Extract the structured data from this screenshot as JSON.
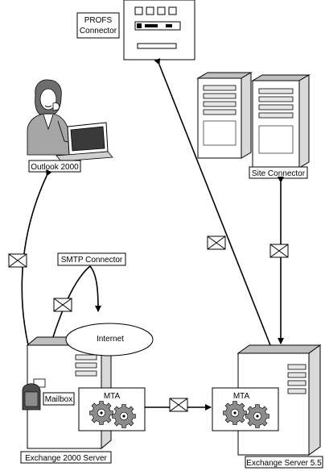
{
  "labels": {
    "profs": [
      "PROFS",
      "Connector"
    ],
    "outlook": "Outlook 2000",
    "site_connector": "Site Connector",
    "smtp_connector": "SMTP Connector",
    "internet": "Internet",
    "mailbox": "Mailbox",
    "mta_left": "MTA",
    "mta_right": "MTA",
    "exchange_2000": "Exchange 2000 Server",
    "exchange_55": "Exchange Server 5.5"
  },
  "icons": [
    "mainframe-icon",
    "user-at-laptop-icon",
    "server-tower-icon",
    "envelope-icon",
    "gear-icon",
    "mailbox-icon",
    "internet-cloud-icon"
  ]
}
